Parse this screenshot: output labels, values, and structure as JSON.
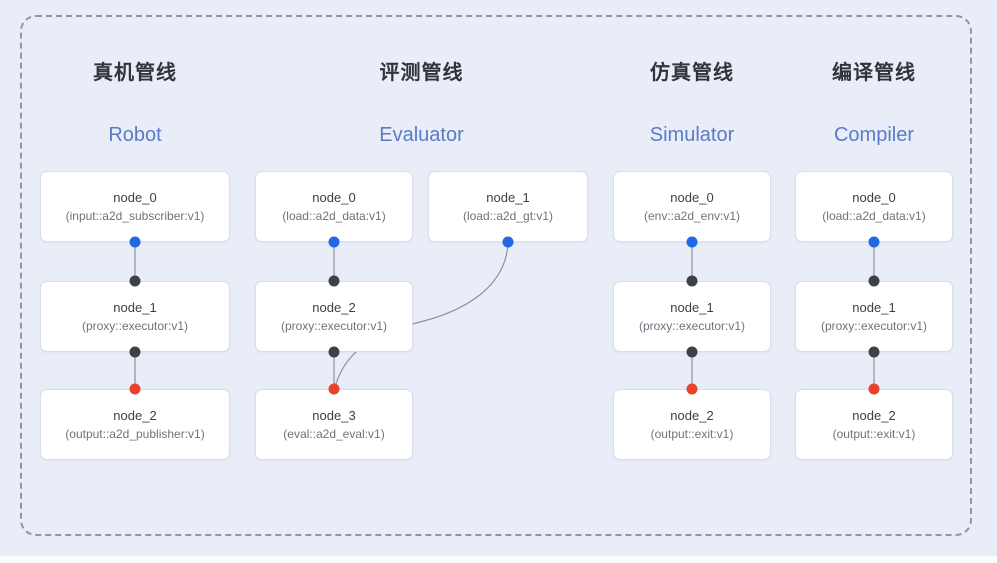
{
  "colors": {
    "background": "#e8edf8",
    "frame_dash": "#9097a3",
    "node_bg": "#ffffff",
    "node_border": "#d9dde6",
    "heading_zh": "#30343b",
    "heading_en": "#5b7bc7",
    "node_title": "#3c4046",
    "node_subtitle": "#6e737b",
    "edge": "#8d939c",
    "port_input": "#2268e4",
    "port_mid": "#3d4248",
    "port_output": "#e8422d"
  },
  "pipelines": [
    {
      "heading_zh": "真机管线",
      "heading_en": "Robot",
      "nodes": [
        {
          "title": "node_0",
          "type": "(input::a2d_subscriber:v1)"
        },
        {
          "title": "node_1",
          "type": "(proxy::executor:v1)"
        },
        {
          "title": "node_2",
          "type": "(output::a2d_publisher:v1)"
        }
      ]
    },
    {
      "heading_zh": "评测管线",
      "heading_en": "Evaluator",
      "nodes": [
        {
          "title": "node_0",
          "type": "(load::a2d_data:v1)"
        },
        {
          "title": "node_1",
          "type": "(load::a2d_gt:v1)"
        },
        {
          "title": "node_2",
          "type": "(proxy::executor:v1)"
        },
        {
          "title": "node_3",
          "type": "(eval::a2d_eval:v1)"
        }
      ]
    },
    {
      "heading_zh": "仿真管线",
      "heading_en": "Simulator",
      "nodes": [
        {
          "title": "node_0",
          "type": "(env::a2d_env:v1)"
        },
        {
          "title": "node_1",
          "type": "(proxy::executor:v1)"
        },
        {
          "title": "node_2",
          "type": "(output::exit:v1)"
        }
      ]
    },
    {
      "heading_zh": "编译管线",
      "heading_en": "Compiler",
      "nodes": [
        {
          "title": "node_0",
          "type": "(load::a2d_data:v1)"
        },
        {
          "title": "node_1",
          "type": "(proxy::executor:v1)"
        },
        {
          "title": "node_2",
          "type": "(output::exit:v1)"
        }
      ]
    }
  ]
}
